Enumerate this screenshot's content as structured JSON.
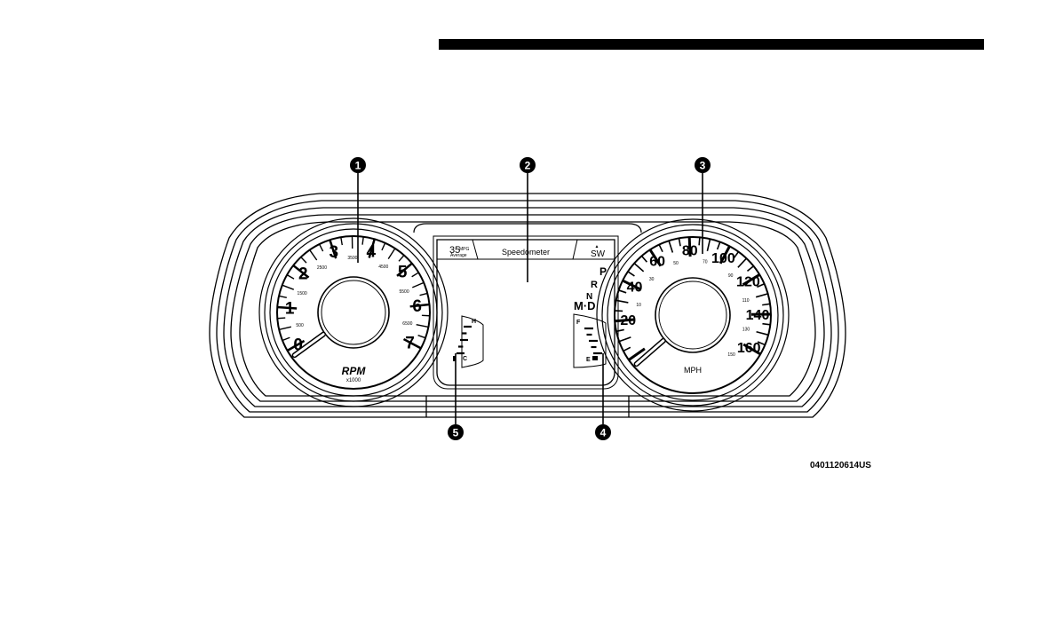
{
  "figure_code": "0401120614US",
  "callouts": [
    {
      "number": "1"
    },
    {
      "number": "2"
    },
    {
      "number": "3"
    },
    {
      "number": "4"
    },
    {
      "number": "5"
    }
  ],
  "tachometer": {
    "major_labels": [
      "0",
      "1",
      "2",
      "3",
      "4",
      "5",
      "6",
      "7"
    ],
    "minor_labels": [
      "500",
      "1500",
      "2500",
      "3500",
      "4500",
      "5500",
      "6500"
    ],
    "unit": "RPM",
    "multiplier": "x1000"
  },
  "speedometer": {
    "major_labels": [
      "20",
      "40",
      "60",
      "80",
      "100",
      "120",
      "140",
      "160"
    ],
    "minor_labels": [
      "10",
      "30",
      "50",
      "70",
      "90",
      "110",
      "130",
      "150"
    ],
    "unit": "MPH"
  },
  "display": {
    "mpg_value": "35",
    "mpg_unit": "MPG",
    "mpg_label": "Average",
    "page_title": "Speedometer",
    "compass_arrow": "▲",
    "compass": "SW"
  },
  "gear_indicator": {
    "park": "P",
    "reverse": "R",
    "neutral": "N",
    "drive": "M·D"
  },
  "temp_gauge": {
    "hot": "H",
    "cold": "C"
  },
  "fuel_gauge": {
    "full": "F",
    "empty": "E"
  }
}
